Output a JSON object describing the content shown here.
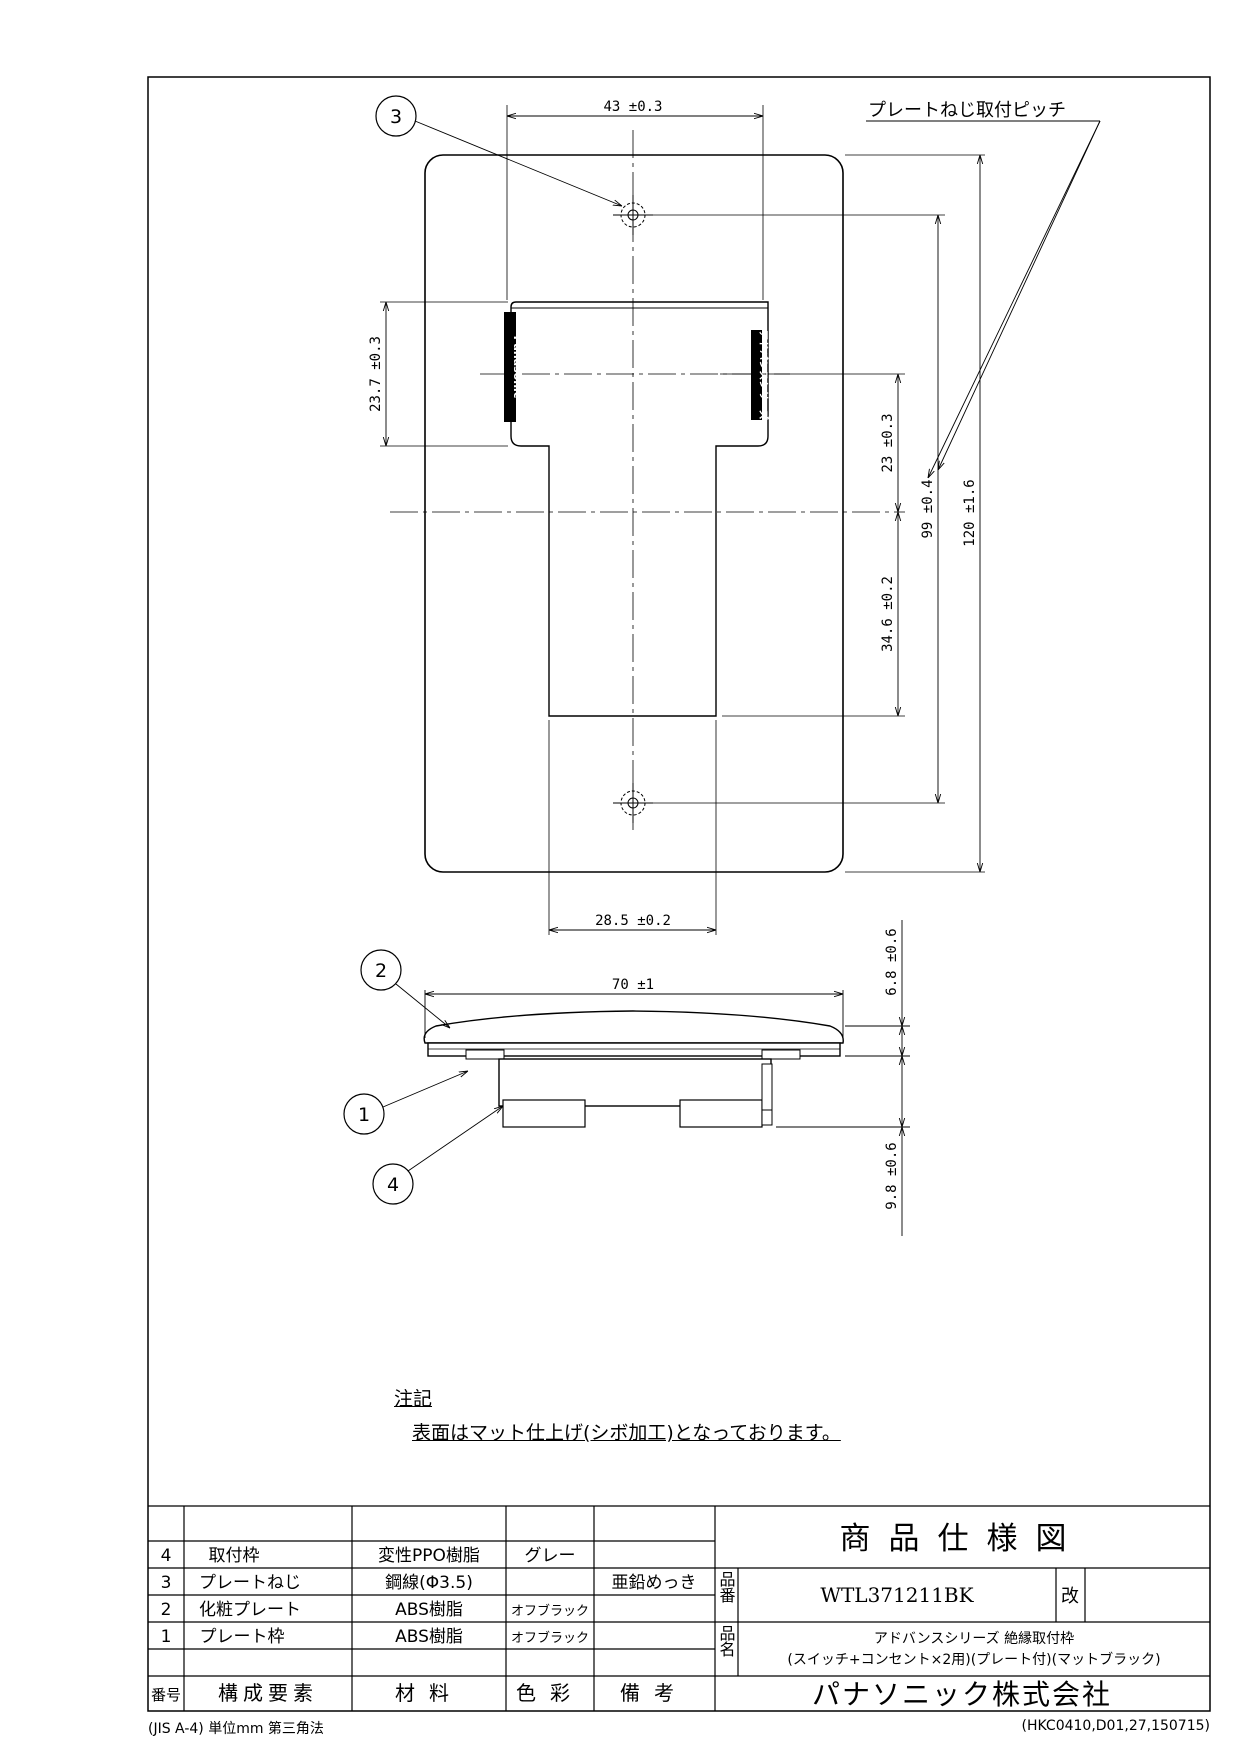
{
  "dimensions": {
    "screw_pitch_width": "43 ±0.3",
    "opening_height_upper": "23.7 ±0.3",
    "upper_to_center": "23 ±0.3",
    "lower_to_center": "34.6 ±0.2",
    "screw_pitch_height": "99 ±0.4",
    "overall_height": "120 ±1.6",
    "lower_opening_width": "28.5 ±0.2",
    "overall_width": "70 ±1",
    "plate_thickness": "6.8 ±0.6",
    "frame_depth": "9.8 ±0.6"
  },
  "callouts": {
    "screw_pitch_label": "プレートねじ取付ピッチ",
    "balloons": [
      "1",
      "2",
      "3",
      "4"
    ]
  },
  "frame_marks": {
    "left": "Panasonic",
    "right": "アドバンスシリーズ"
  },
  "notes": {
    "heading": "注記",
    "body": "表面はマット仕上げ(シボ加工)となっております。"
  },
  "parts_table": {
    "headers": [
      "番号",
      "構成要素",
      "材料",
      "色彩",
      "備考"
    ],
    "rows": [
      {
        "no": "4",
        "name": "取付枠",
        "material": "変性PPO樹脂",
        "color": "グレー",
        "remarks": ""
      },
      {
        "no": "3",
        "name": "プレートねじ",
        "material": "鋼線(Φ3.5)",
        "color": "",
        "remarks": "亜鉛めっき"
      },
      {
        "no": "2",
        "name": "化粧プレート",
        "material": "ABS樹脂",
        "color": "オフブラック",
        "remarks": ""
      },
      {
        "no": "1",
        "name": "プレート枠",
        "material": "ABS樹脂",
        "color": "オフブラック",
        "remarks": ""
      }
    ]
  },
  "title_block": {
    "title": "商品仕様図",
    "part_no_label": "品番",
    "part_no": "WTL371211BK",
    "revision_label": "改",
    "name_label": "品名",
    "name_line1": "アドバンスシリーズ 絶縁取付枠",
    "name_line2": "(スイッチ+コンセント×2用)(プレート付)(マットブラック)",
    "company": "パナソニック株式会社"
  },
  "footer": {
    "left": "(JIS A-4) 単位mm 第三角法",
    "right": "(HKC0410,D01,27,150715)"
  }
}
